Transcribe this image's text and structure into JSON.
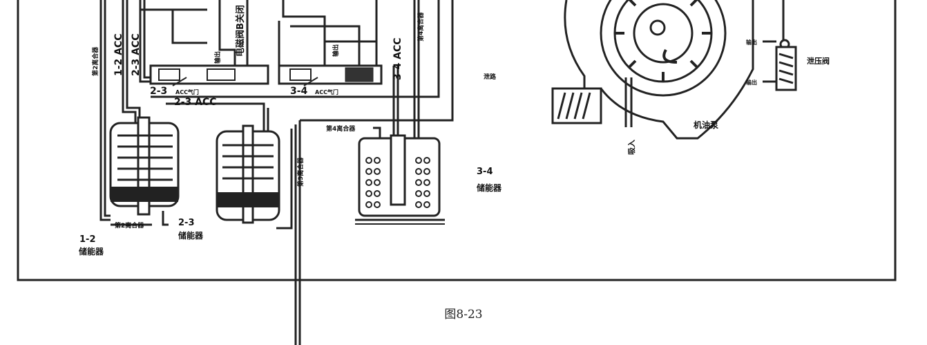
{
  "labels": {
    "acc_1_2": "1-2 ACC",
    "acc_2_3_vert": "2-3 ACC",
    "acc_2_3_horiz": "2-3 ACC",
    "acc_3_4": "3-4 ACC",
    "clutch2_vert": "第2离合器",
    "clutch2_bottom": "第2离合器",
    "clutch3_vert": "第3离合器",
    "clutch4_top": "第4离合器",
    "clutch4_vert": "第4离合器",
    "out_1": "输出",
    "out_2": "输出",
    "solenoid_b": "电磁阀B关闭",
    "valve_2_3_num": "2-3",
    "valve_2_3_sub": "ACC气门",
    "valve_3_4_num": "3-4",
    "valve_3_4_sub": "ACC气门",
    "drain": "泄路",
    "pump": "机油泵",
    "inlet": "吸入",
    "relief": "泄压阀",
    "out_upper": "输出",
    "out_lower": "输出",
    "acc12_num": "1-2",
    "acc12_name": "储能器",
    "acc23_num": "2-3",
    "acc23_name": "储能器",
    "acc34_num": "3-4",
    "acc34_name": "储能器"
  },
  "caption": "图8-23"
}
